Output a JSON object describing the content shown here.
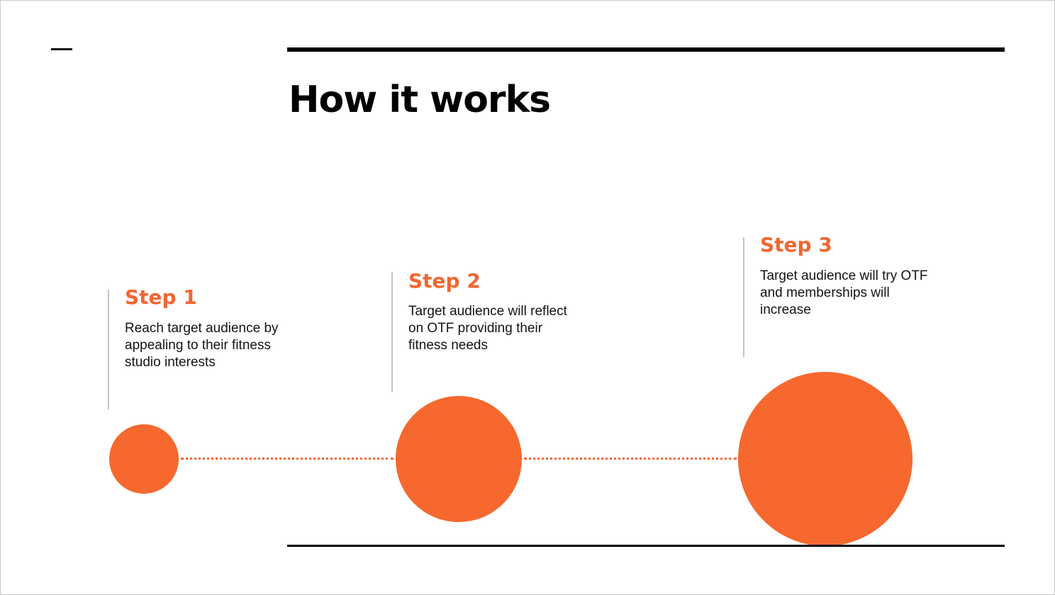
{
  "slide": {
    "title": "How it works"
  },
  "steps": [
    {
      "heading": "Step 1",
      "text_lines": [
        "Reach target audience by",
        "appealing to their fitness",
        "studio interests"
      ]
    },
    {
      "heading": "Step 2",
      "text_lines": [
        "Target audience will reflect",
        "on OTF providing their",
        "fitness  needs"
      ]
    },
    {
      "heading": "Step 3",
      "text_lines": [
        "Target audience will try OTF",
        "and memberships will",
        "increase"
      ]
    }
  ],
  "colors": {
    "accent": "#f6682e",
    "step_heading": "#f26630",
    "text": "#141414",
    "rule": "#000000"
  }
}
